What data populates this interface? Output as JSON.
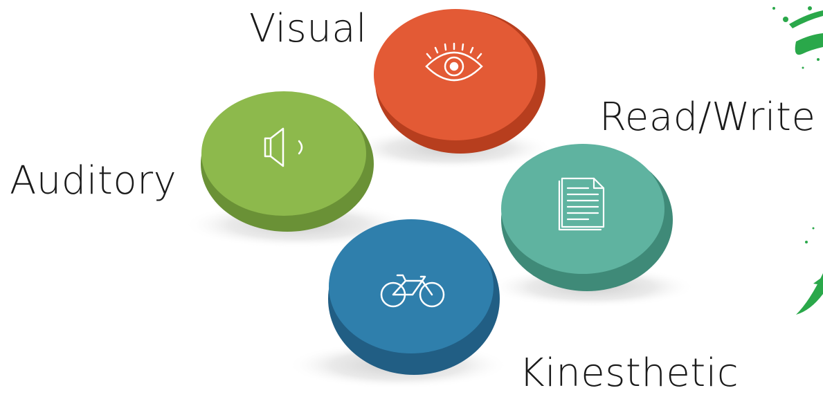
{
  "diagram": {
    "nodes": [
      {
        "id": "visual",
        "label": "Visual",
        "icon": "eye-icon",
        "color": "#e35a35",
        "side_color": "#b73e1e"
      },
      {
        "id": "read_write",
        "label": "Read/Write",
        "icon": "document-icon",
        "color": "#5fb3a0",
        "side_color": "#3f8a78"
      },
      {
        "id": "auditory",
        "label": "Auditory",
        "icon": "speaker-icon",
        "color": "#8db94c",
        "side_color": "#6a9136"
      },
      {
        "id": "kinesthetic",
        "label": "Kinesthetic",
        "icon": "bicycle-icon",
        "color": "#2f7fac",
        "side_color": "#215e84"
      }
    ]
  },
  "decoration": {
    "paint_splash_color": "#2aa84a"
  }
}
